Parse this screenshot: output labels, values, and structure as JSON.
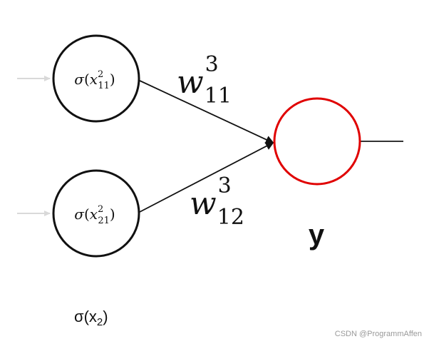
{
  "node_upper": {
    "func": "σ",
    "lparen": "(",
    "var": "x",
    "sup": "2",
    "sub": "11",
    "rparen": ")"
  },
  "node_lower": {
    "func": "σ",
    "lparen": "(",
    "var": "x",
    "sup": "2",
    "sub": "21",
    "rparen": ")"
  },
  "weight_upper": {
    "symbol": "w",
    "sup": "3",
    "sub": "11"
  },
  "weight_lower": {
    "symbol": "w",
    "sup": "3",
    "sub": "12"
  },
  "output_label": "y",
  "layer_label": {
    "func": "σ(x",
    "sub": "2",
    "close": ")"
  },
  "watermark": "CSDN @ProgrammAffen",
  "colors": {
    "stroke": "#111111",
    "output_node": "#e00000",
    "input_arrows": "#d9d9d9",
    "watermark": "#9a9a9a"
  }
}
